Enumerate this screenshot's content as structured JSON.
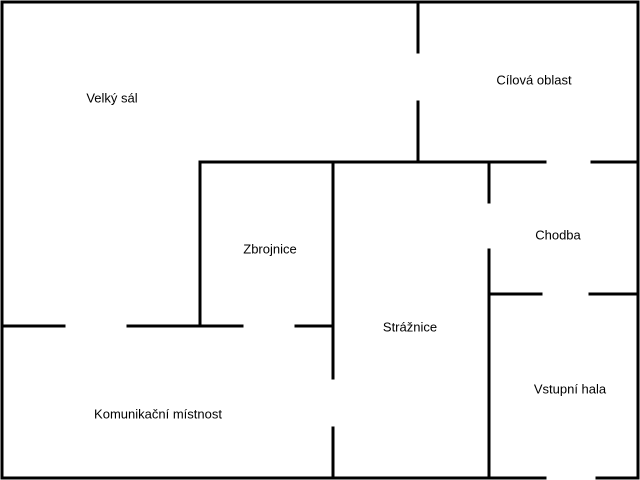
{
  "colors": {
    "wall": "#000000",
    "background": "#ffffff",
    "text": "#000000"
  },
  "rooms": {
    "velky_sal": "Velký sál",
    "cilova_oblast": "Cílová oblast",
    "zbrojnice": "Zbrojnice",
    "chodba": "Chodba",
    "straznice": "Strážnice",
    "vstupni_hala": "Vstupní hala",
    "komunikacni_mistnost": "Komunikační místnost"
  }
}
